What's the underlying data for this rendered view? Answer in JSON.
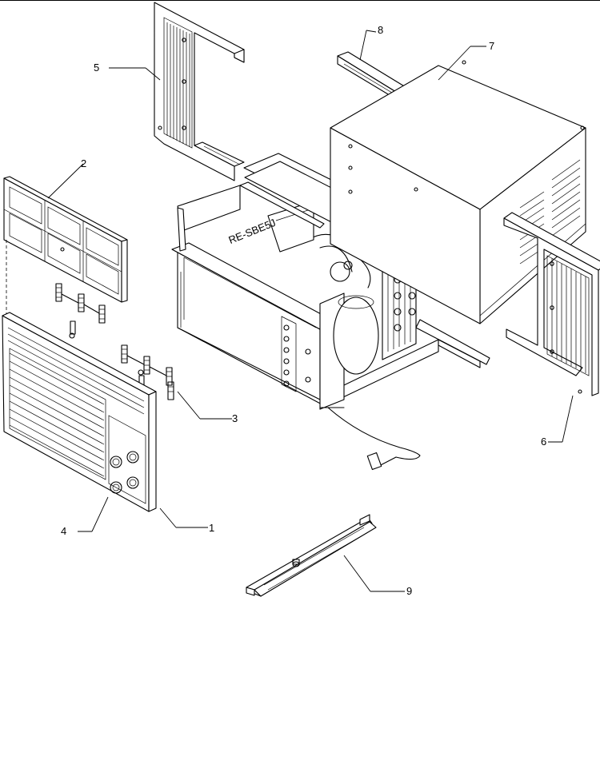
{
  "callouts": [
    {
      "id": "1",
      "label": "1"
    },
    {
      "id": "2",
      "label": "2"
    },
    {
      "id": "3",
      "label": "3"
    },
    {
      "id": "4",
      "label": "4"
    },
    {
      "id": "5",
      "label": "5"
    },
    {
      "id": "6",
      "label": "6"
    },
    {
      "id": "7",
      "label": "7"
    },
    {
      "id": "8",
      "label": "8"
    },
    {
      "id": "9",
      "label": "9"
    }
  ],
  "chassis_label": "RE-SBE5J"
}
